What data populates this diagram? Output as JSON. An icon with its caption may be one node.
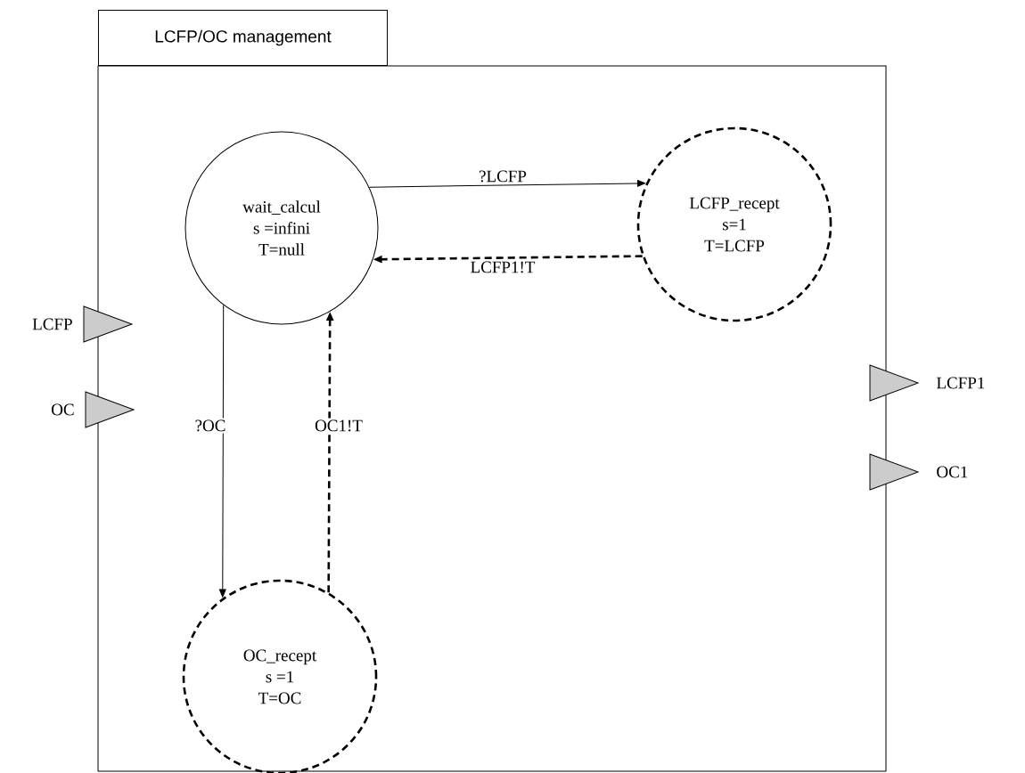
{
  "diagram": {
    "nodes": [
      {
        "text": [
          "LCFP/OC management"
        ]
      },
      {
        "text": [
          "wait_calcul",
          "s =infini",
          "T=null"
        ],
        "in": 0
      },
      {
        "text": [
          "LCFP_recept",
          "s=1",
          "T=LCFP"
        ],
        "in": 0
      },
      {
        "text": [
          "OC_recept",
          "s =1",
          "T=OC"
        ],
        "in": 0
      },
      {
        "text": [],
        "shape": "triangle",
        "beside": [
          "LCFP"
        ]
      },
      {
        "text": [],
        "shape": "triangle",
        "beside": [
          "OC"
        ]
      },
      {
        "text": [],
        "shape": "triangle",
        "beside": [
          "LCFP1"
        ]
      },
      {
        "text": [],
        "shape": "triangle",
        "beside": [
          "OC1"
        ]
      }
    ],
    "edges": [
      {
        "from": 1,
        "to": 2,
        "arrow": "to",
        "label": "?LCFP"
      },
      {
        "from": 2,
        "to": 1,
        "arrow": "to",
        "label": "LCFP1!T",
        "style": "dashed"
      },
      {
        "from": 1,
        "to": 3,
        "arrow": "to",
        "label": "?OC"
      },
      {
        "from": 3,
        "to": 1,
        "arrow": "to",
        "label": "OC1!T",
        "style": "dashed"
      }
    ]
  }
}
